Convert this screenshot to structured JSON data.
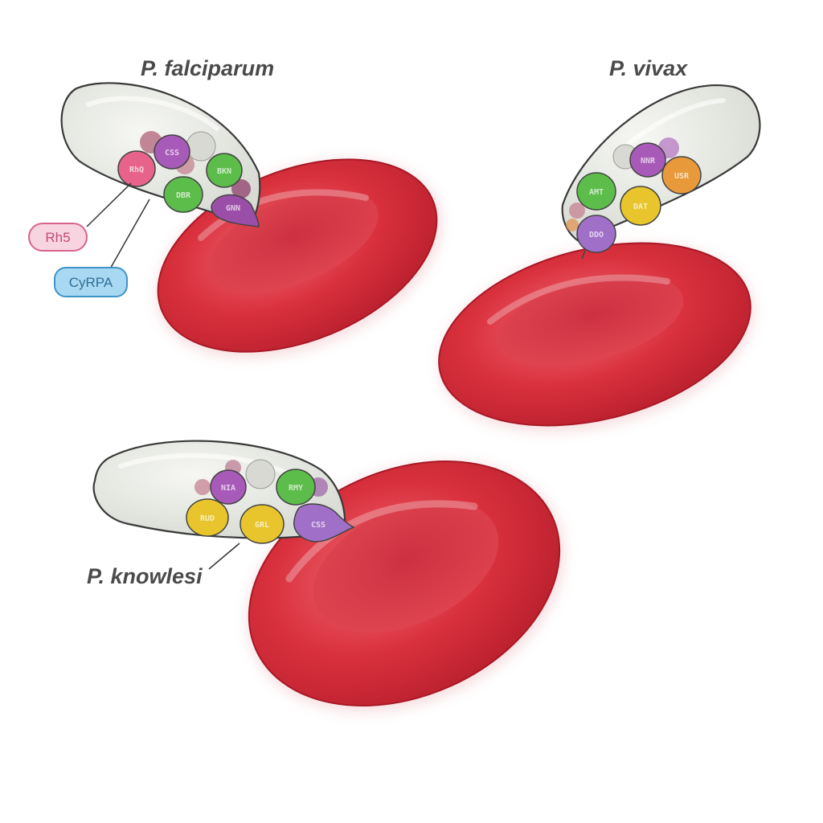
{
  "colors": {
    "rbc": "#d9303d",
    "rbc_dark": "#b81f2c",
    "rbc_light": "#ee6b73",
    "parasite_body": "#e9ebe6",
    "outline": "#3a3a3a",
    "rh5_fill": "#f7d4e0",
    "rh5_stroke": "#d9638f",
    "rh5_text": "#c24a78",
    "cyrpa_fill": "#a9d8f2",
    "cyrpa_stroke": "#3d94c9",
    "cyrpa_text": "#2f6f98"
  },
  "species": [
    {
      "id": "falciparum",
      "name": "P. falciparum",
      "proteins": [
        {
          "color": "#e8638c",
          "text": "RhQ"
        },
        {
          "color": "#a85ab8",
          "text": "CSS"
        },
        {
          "color": "#5cbd4a",
          "text": "BKN"
        },
        {
          "color": "#5cbd4a",
          "text": "DBR"
        },
        {
          "color": "#9b4ea8",
          "text": "GNN"
        }
      ]
    },
    {
      "id": "vivax",
      "name": "P. vivax",
      "proteins": [
        {
          "color": "#a85ab8",
          "text": "NNR"
        },
        {
          "color": "#5cbd4a",
          "text": "AMT"
        },
        {
          "color": "#e89a3a",
          "text": "USR"
        },
        {
          "color": "#e8c52c",
          "text": "DAT"
        },
        {
          "color": "#a070c8",
          "text": "DDO"
        }
      ]
    },
    {
      "id": "knowlesi",
      "name": "P. knowlesi",
      "proteins": [
        {
          "color": "#a85ab8",
          "text": "NIA"
        },
        {
          "color": "#5cbd4a",
          "text": "RMY"
        },
        {
          "color": "#e8c52c",
          "text": "RUD"
        },
        {
          "color": "#e8c52c",
          "text": "GRL"
        },
        {
          "color": "#a070c8",
          "text": "CSS"
        }
      ]
    }
  ],
  "callouts": {
    "rh5": "Rh5",
    "cyrpa": "CyRPA"
  }
}
